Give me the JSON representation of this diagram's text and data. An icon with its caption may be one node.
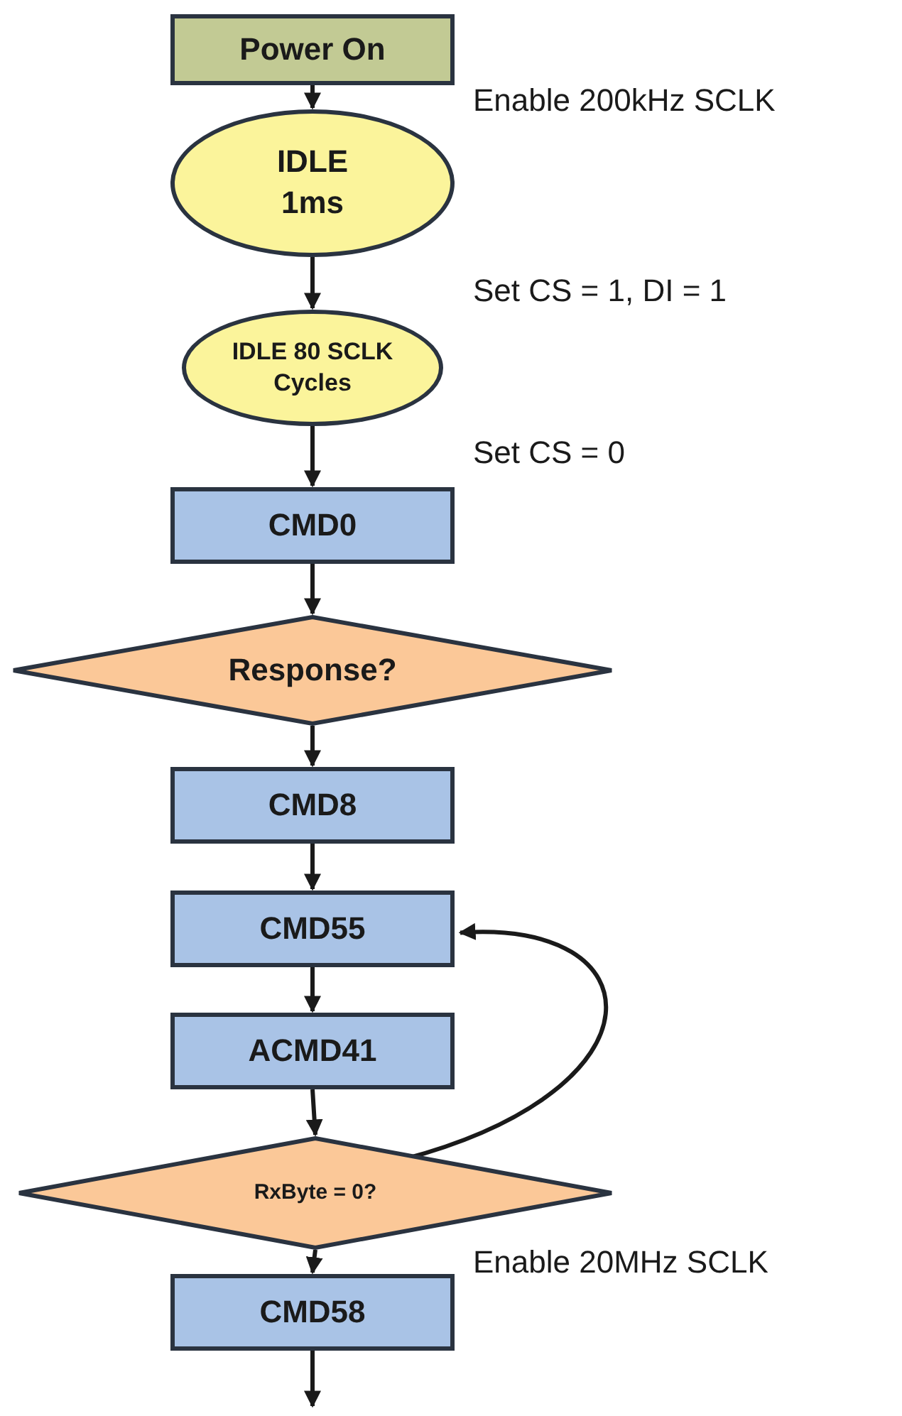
{
  "diagram": {
    "nodes": [
      {
        "text": [
          "Power On"
        ]
      },
      {
        "text": [
          "IDLE",
          "1ms"
        ]
      },
      {
        "text": [
          "IDLE 80 SCLK Cycles"
        ]
      },
      {
        "text": [
          "CMD0"
        ]
      },
      {
        "text": [
          "Response?"
        ]
      },
      {
        "text": [
          "CMD8"
        ]
      },
      {
        "text": [
          "CMD55"
        ]
      },
      {
        "text": [
          "ACMD41"
        ]
      },
      {
        "text": [
          "RxByte = 0?"
        ]
      },
      {
        "text": [
          "CMD58"
        ]
      }
    ],
    "edges": [
      {
        "from": 0,
        "to": 1,
        "arrow": "to"
      },
      {
        "from": 1,
        "to": 2,
        "arrow": "to"
      },
      {
        "from": 2,
        "to": 3,
        "arrow": "to"
      },
      {
        "from": 3,
        "to": 4,
        "arrow": "to"
      },
      {
        "from": 4,
        "to": 5,
        "arrow": "to"
      },
      {
        "from": 5,
        "to": 6,
        "arrow": "to"
      },
      {
        "from": 6,
        "to": 7,
        "arrow": "to"
      },
      {
        "from": 7,
        "to": 8,
        "arrow": "to"
      },
      {
        "from": 8,
        "to": 6,
        "arrow": "to"
      },
      {
        "from": 8,
        "to": 9,
        "arrow": "to"
      },
      {
        "from": 9,
        "to": null,
        "arrow": "to"
      }
    ],
    "labels": [
      "Enable 200kHz SCLK",
      "Set CS = 1, DI = 1",
      "Set CS = 0",
      "Enable 20MHz SCLK"
    ]
  }
}
